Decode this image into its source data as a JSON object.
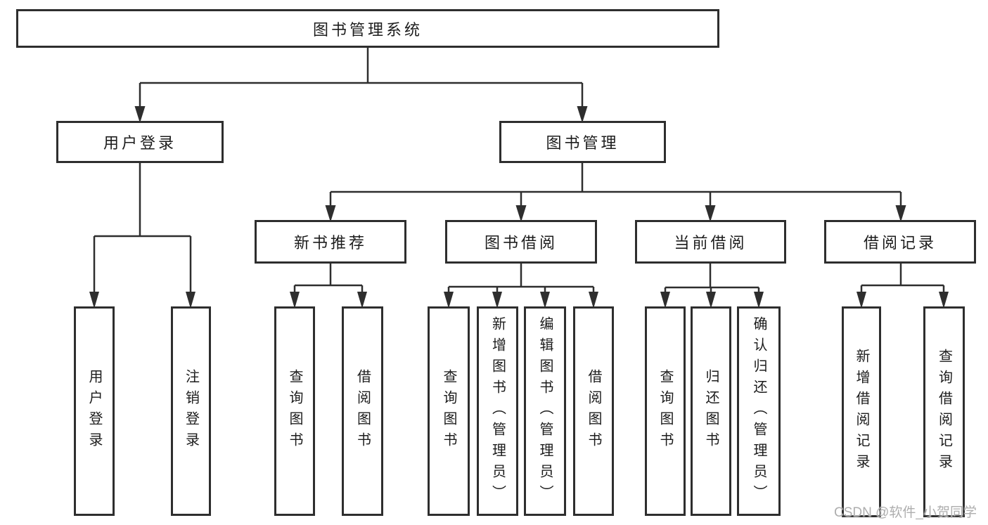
{
  "diagram_title": "图书管理系统",
  "tree": {
    "label": "图书管理系统",
    "children": [
      {
        "label": "用户登录",
        "children": [
          {
            "label": "用户登录"
          },
          {
            "label": "注销登录"
          }
        ]
      },
      {
        "label": "图书管理",
        "children": [
          {
            "label": "新书推荐",
            "children": [
              {
                "label": "查询图书"
              },
              {
                "label": "借阅图书"
              }
            ]
          },
          {
            "label": "图书借阅",
            "children": [
              {
                "label": "查询图书"
              },
              {
                "label": "新增图书（管理员）"
              },
              {
                "label": "编辑图书（管理员）"
              },
              {
                "label": "借阅图书"
              }
            ]
          },
          {
            "label": "当前借阅",
            "children": [
              {
                "label": "查询图书"
              },
              {
                "label": "归还图书"
              },
              {
                "label": "确认归还（管理员）"
              }
            ]
          },
          {
            "label": "借阅记录",
            "children": [
              {
                "label": "新增借阅记录"
              },
              {
                "label": "查询借阅记录"
              }
            ]
          }
        ]
      }
    ]
  },
  "watermark": {
    "text": "CSDN @软件_小贺同学"
  },
  "colors": {
    "line": "#2e2e2e",
    "box_fill": "#ffffff",
    "text": "#1c1c1c",
    "watermark": "#aeaeae"
  }
}
